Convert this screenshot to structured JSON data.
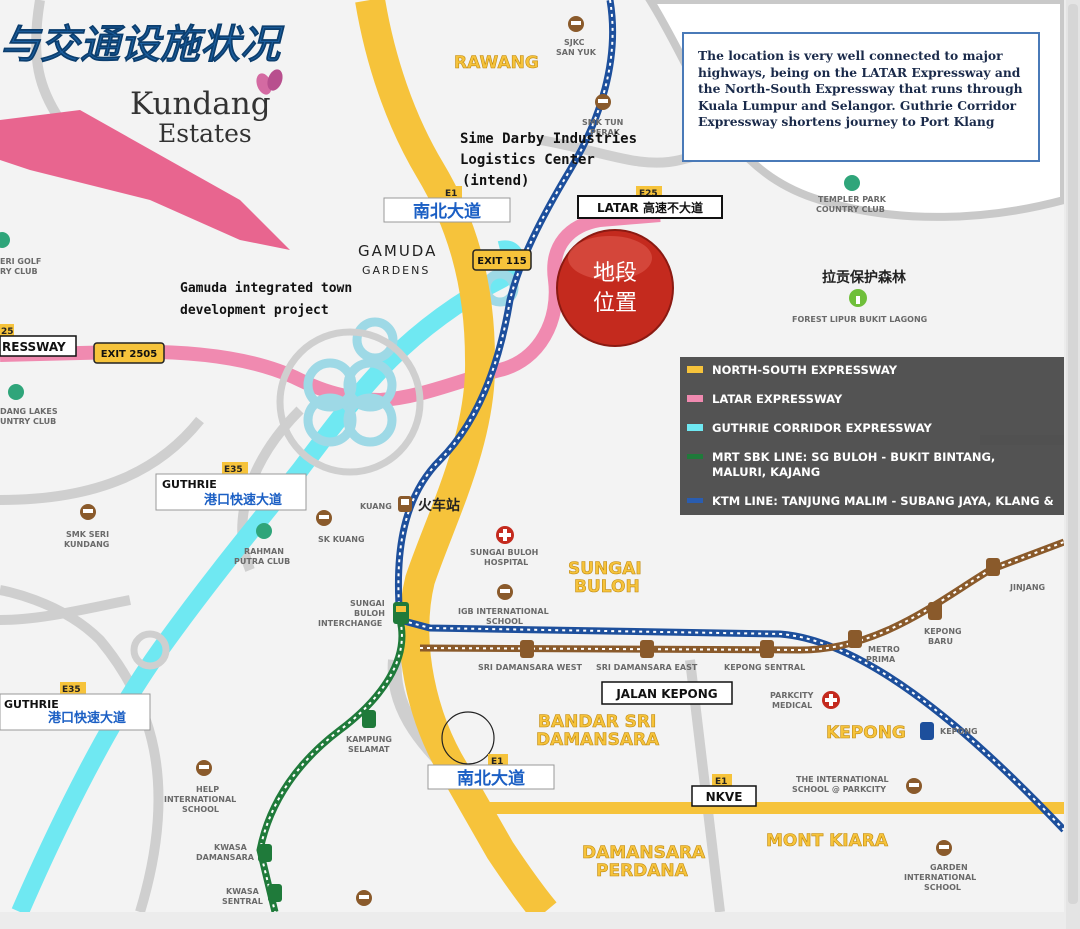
{
  "title_chinese": "与交通设施状况",
  "brand": {
    "name": "Kundang",
    "sub": "Estates"
  },
  "info_box": "The location is very well connected to major highways, being on the LATAR Expressway and the North-South Expressway that runs through Kuala Lumpur and Selangor. Guthrie Corridor Expressway shortens journey to Port Klang",
  "site_marker": {
    "line1": "地段",
    "line2": "位置"
  },
  "road_labels": {
    "ns_top_code": "E1",
    "ns_top_name": "南北大道",
    "ns_bottom_code": "E1",
    "ns_bottom_name": "南北大道",
    "latar_code": "E25",
    "latar_name": "LATAR 高速不大道",
    "exit115": "EXIT 115",
    "exit2505": "EXIT 2505",
    "expressway_left_code": "25",
    "expressway_left_name": "RESSWAY",
    "guthrie1_code": "E35",
    "guthrie1_name": "GUTHRIE",
    "guthrie1_cn": "港口快速大道",
    "guthrie2_code": "E35",
    "guthrie2_name": "GUTHRIE",
    "guthrie2_cn": "港口快速大道",
    "jalan_kepong": "JALAN KEPONG",
    "nkve_code": "E1",
    "nkve_name": "NKVE"
  },
  "annotations": {
    "sime_darby_1": "Sime Darby Industries",
    "sime_darby_2": "Logistics Center",
    "sime_darby_3": "(intend)",
    "gamuda_1": "Gamuda integrated town",
    "gamuda_2": "development project",
    "gamuda_logo_1": "GAMUDA",
    "gamuda_logo_2": "GARDENS",
    "forest_cn": "拉贡保护森林",
    "forest_en": "FOREST LIPUR BUKIT LAGONG",
    "train_station_cn": "火车站"
  },
  "areas": {
    "rawang": "RAWANG",
    "sungai_buloh_1": "SUNGAI",
    "sungai_buloh_2": "BULOH",
    "bandar_1": "BANDAR SRI",
    "bandar_2": "DAMANSARA",
    "kepong": "KEPONG",
    "mont_kiara": "MONT KIARA",
    "damansara_1": "DAMANSARA",
    "damansara_2": "PERDANA"
  },
  "places": {
    "sjkc_1": "SJKC",
    "sjkc_2": "SAN YUK",
    "smk_tun_1": "SMK TUN",
    "smk_tun_2": "PERAK",
    "templer_1": "TEMPLER PARK",
    "templer_2": "COUNTRY CLUB",
    "golf_1": "ERI GOLF",
    "golf_2": "RY CLUB",
    "kundang_lakes_1": "DANG LAKES",
    "kundang_lakes_2": "UNTRY CLUB",
    "smk_seri_1": "SMK SERI",
    "smk_seri_2": "KUNDANG",
    "rahman_1": "RAHMAN",
    "rahman_2": "PUTRA CLUB",
    "sk_kuang": "SK KUANG",
    "kuang": "KUANG",
    "hospital_1": "SUNGAI BULOH",
    "hospital_2": "HOSPITAL",
    "igb_1": "IGB INTERNATIONAL",
    "igb_2": "SCHOOL",
    "interchange_1": "SUNGAI",
    "interchange_2": "BULOH",
    "interchange_3": "INTERCHANGE",
    "sri_dam_west": "SRI DAMANSARA WEST",
    "sri_dam_east": "SRI DAMANSARA EAST",
    "kepong_sentral": "KEPONG SENTRAL",
    "metro_1": "METRO",
    "metro_2": "PRIMA",
    "kepong_baru_1": "KEPONG",
    "kepong_baru_2": "BARU",
    "jinjang": "JINJANG",
    "parkcity_1": "PARKCITY",
    "parkcity_2": "MEDICAL",
    "kepong_station": "KEPONG",
    "kampung_1": "KAMPUNG",
    "kampung_2": "SELAMAT",
    "help_1": "HELP",
    "help_2": "INTERNATIONAL",
    "help_3": "SCHOOL",
    "kwasa_dam_1": "KWASA",
    "kwasa_dam_2": "DAMANSARA",
    "kwasa_sen_1": "KWASA",
    "kwasa_sen_2": "SENTRAL",
    "intl_school_1": "THE INTERNATIONAL",
    "intl_school_2": "SCHOOL @ PARKCITY",
    "garden_1": "GARDEN",
    "garden_2": "INTERNATIONAL",
    "garden_3": "SCHOOL"
  },
  "legend": [
    {
      "label": "NORTH-SOUTH EXPRESSWAY",
      "color": "#f6c33b"
    },
    {
      "label": "LATAR EXPRESSWAY",
      "color": "#f08ab0"
    },
    {
      "label": "GUTHRIE CORRIDOR EXPRESSWAY",
      "color": "#6fe8f2"
    },
    {
      "label": "MRT SBK LINE: SG BULOH - BUKIT BINTANG,",
      "label2": "MALURI, KAJANG",
      "color": "#1f7a3a"
    },
    {
      "label": "KTM LINE: TANJUNG MALIM - SUBANG JAYA, KLANG &",
      "color": "#2a5db0"
    }
  ],
  "colors": {
    "ns_expressway": "#f6c33b",
    "latar": "#f08ab0",
    "guthrie": "#6fe8f2",
    "mrt": "#1f7a3a",
    "ktm": "#1d4f9c",
    "mrt_brown": "#8a5a2b",
    "site_red": "#c42a1e",
    "road_gray": "#c9c9c9"
  }
}
